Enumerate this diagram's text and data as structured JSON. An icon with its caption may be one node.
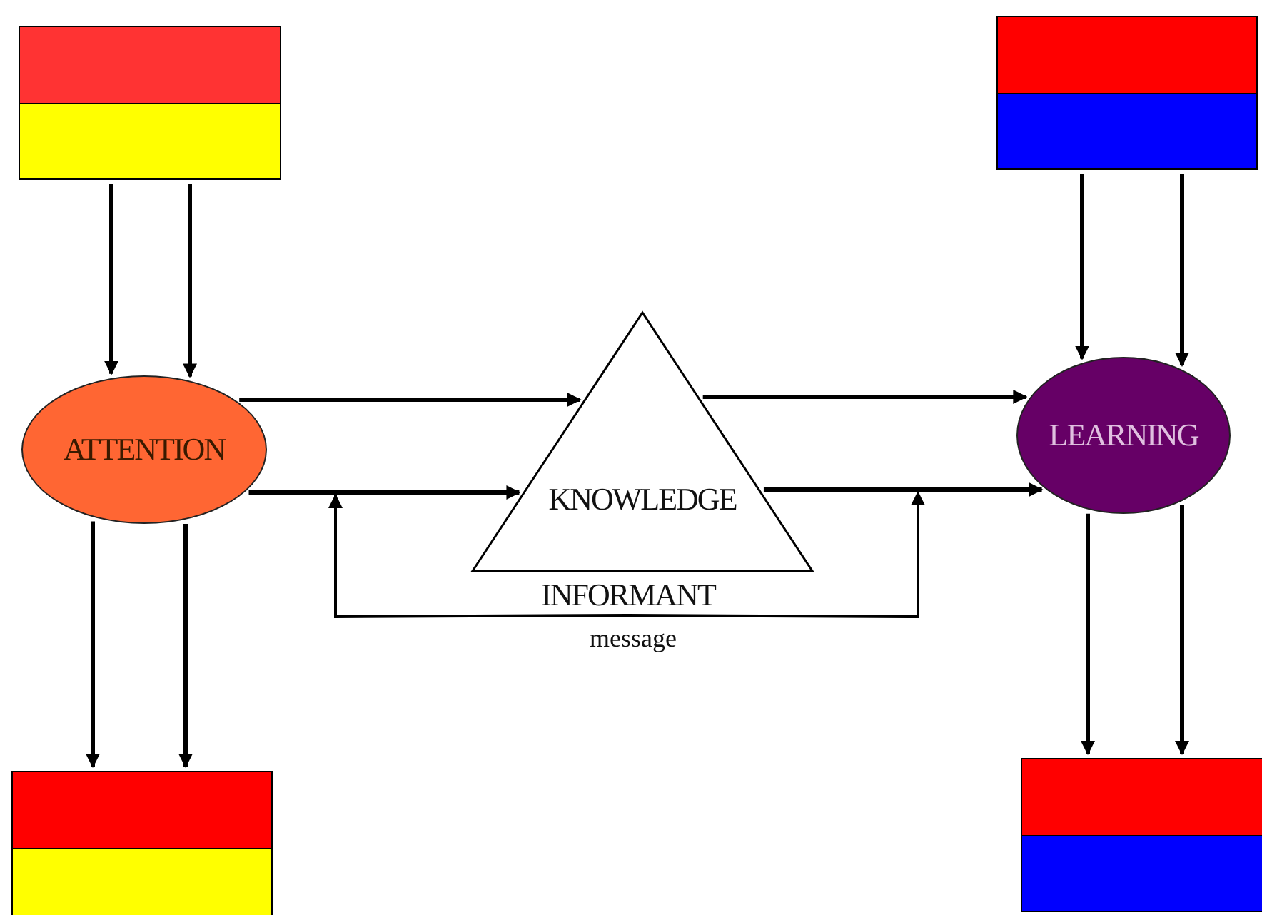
{
  "diagram": {
    "nodes": [
      {
        "text": [],
        "shape": "box"
      },
      {
        "text": [],
        "shape": "box"
      },
      {
        "text": [
          "ATTENTION"
        ]
      },
      {
        "text": [
          "KNOWLEDGE"
        ]
      },
      {
        "text": [
          "LEARNING"
        ]
      },
      {
        "text": [],
        "shape": "box"
      },
      {
        "text": [],
        "shape": "box"
      },
      {
        "text": [
          "INFORMANT"
        ]
      }
    ],
    "edges": [
      {
        "from": 0,
        "to": 2,
        "arrow": "to"
      },
      {
        "from": 0,
        "to": 2,
        "arrow": "to"
      },
      {
        "from": 1,
        "to": 4,
        "arrow": "to"
      },
      {
        "from": 1,
        "to": 4,
        "arrow": "to"
      },
      {
        "from": 2,
        "to": 3,
        "arrow": "to"
      },
      {
        "from": 2,
        "to": 3,
        "arrow": "to"
      },
      {
        "from": 3,
        "to": 4,
        "arrow": "to"
      },
      {
        "from": 3,
        "to": 4,
        "arrow": "to"
      },
      {
        "from": 2,
        "to": 5,
        "arrow": "to"
      },
      {
        "from": 2,
        "to": 5,
        "arrow": "to"
      },
      {
        "from": 4,
        "to": 6,
        "arrow": "to"
      },
      {
        "from": 4,
        "to": 6,
        "arrow": "to"
      },
      {
        "from": 7,
        "to": null,
        "arrow": "to"
      },
      {
        "from": 7,
        "to": null,
        "arrow": "to"
      }
    ],
    "labels": [
      "message"
    ]
  }
}
